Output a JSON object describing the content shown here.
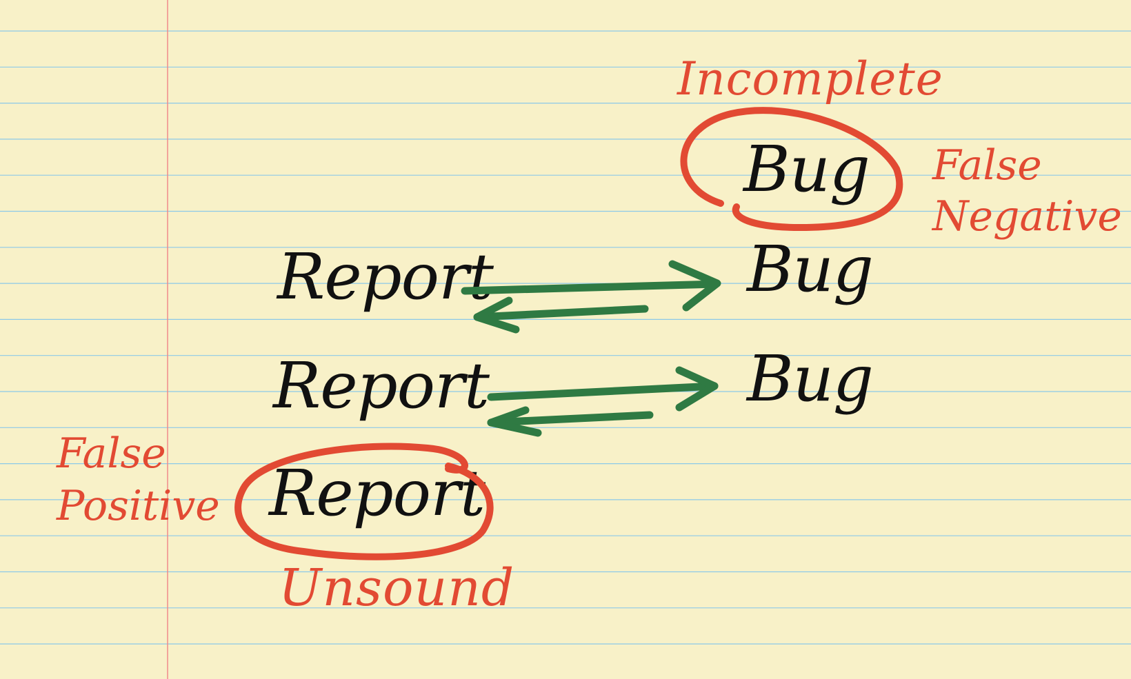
{
  "background": "#f8f1c8",
  "rule_color": "#8cc9e8",
  "margin_color": "#f08a8a",
  "ink": {
    "black": "#111111",
    "red": "#e24a33",
    "green": "#2f7a43"
  },
  "diagram": {
    "reports": [
      {
        "label": "Report"
      },
      {
        "label": "Report"
      },
      {
        "label": "Report"
      }
    ],
    "bugs": [
      {
        "label": "Bug"
      },
      {
        "label": "Bug"
      },
      {
        "label": "Bug"
      }
    ],
    "annotations": {
      "incomplete": "Incomplete",
      "false_negative_1": "False",
      "false_negative_2": "Negative",
      "false_positive_1": "False",
      "false_positive_2": "Positive",
      "unsound": "Unsound"
    }
  }
}
